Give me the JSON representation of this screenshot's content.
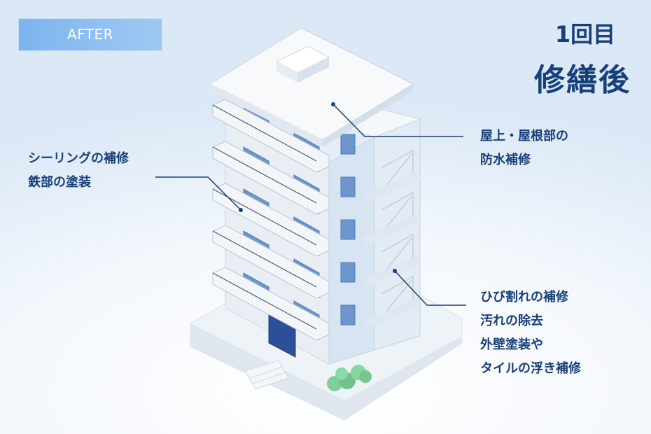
{
  "badge": {
    "label": "AFTER"
  },
  "title": {
    "line1": "1回目",
    "line2": "修繕後"
  },
  "callouts": {
    "left": [
      "シーリングの補修",
      "鉄部の塗装"
    ],
    "roof": [
      "屋上・屋根部の",
      "防水補修"
    ],
    "right": [
      "ひび割れの補修",
      "汚れの除去",
      "外壁塗装や",
      "タイルの浮き補修"
    ]
  },
  "colors": {
    "navy": "#173f7a",
    "glass": "#6d97cc",
    "badge": "#8ebff2"
  }
}
